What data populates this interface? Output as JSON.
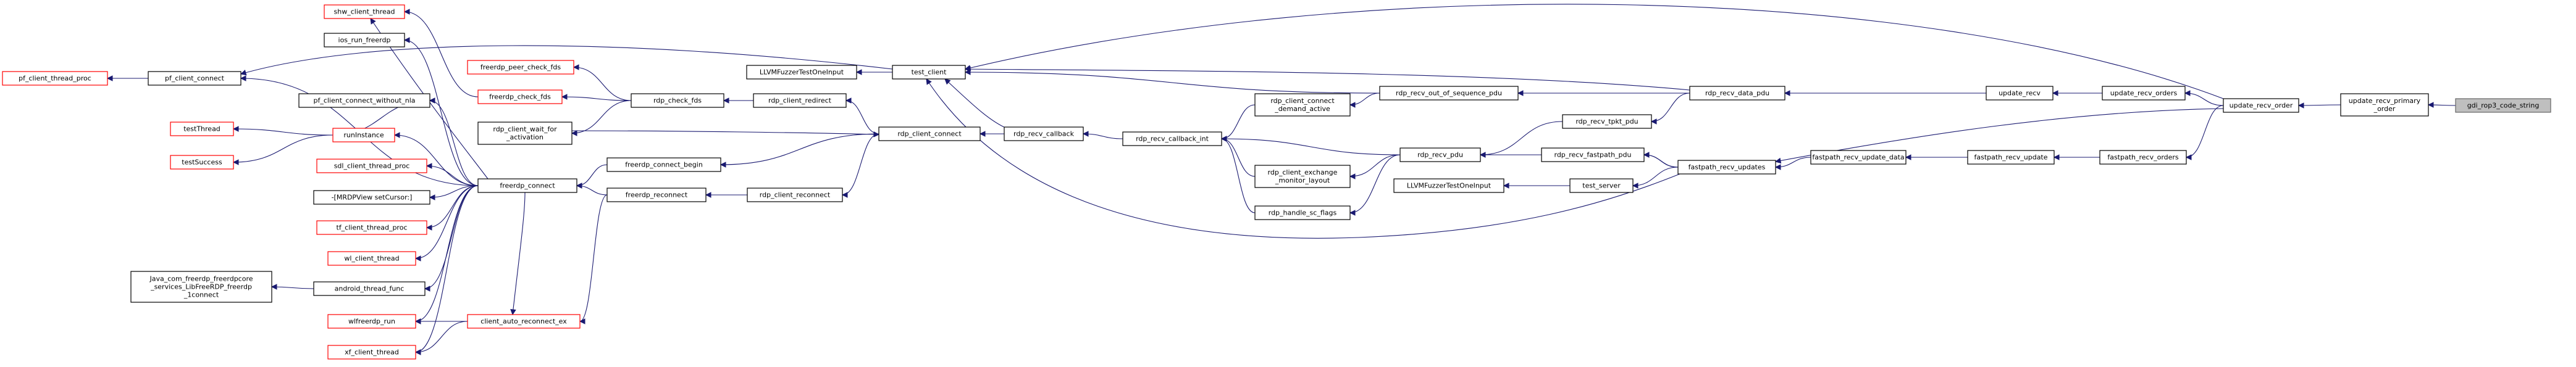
{
  "diagram": {
    "type": "call-graph",
    "colors": {
      "edge": "#191970",
      "node_fill": "#ffffff",
      "node_border": "#000000",
      "node_border_truncated": "#ff0000",
      "focus_fill": "#bfbfbf",
      "focus_border": "#666666"
    },
    "nodes": [
      {
        "id": "gdi",
        "lines": [
          "gdi_rop3_code_string"
        ],
        "style": "focus"
      },
      {
        "id": "urpo",
        "lines": [
          "update_recv_primary",
          "_order"
        ],
        "style": "normal"
      },
      {
        "id": "uro",
        "lines": [
          "update_recv_order"
        ],
        "style": "normal"
      },
      {
        "id": "uros",
        "lines": [
          "update_recv_orders"
        ],
        "style": "normal"
      },
      {
        "id": "fpro",
        "lines": [
          "fastpath_recv_orders"
        ],
        "style": "normal"
      },
      {
        "id": "ur",
        "lines": [
          "update_recv"
        ],
        "style": "normal"
      },
      {
        "id": "fpru",
        "lines": [
          "fastpath_recv_update"
        ],
        "style": "normal"
      },
      {
        "id": "rrdp",
        "lines": [
          "rdp_recv_data_pdu"
        ],
        "style": "normal"
      },
      {
        "id": "fprud",
        "lines": [
          "fastpath_recv_update_data"
        ],
        "style": "normal"
      },
      {
        "id": "rroos",
        "lines": [
          "rdp_recv_out_of_sequence_pdu"
        ],
        "style": "normal"
      },
      {
        "id": "rrtp",
        "lines": [
          "rdp_recv_tpkt_pdu"
        ],
        "style": "normal"
      },
      {
        "id": "fprus",
        "lines": [
          "fastpath_recv_updates"
        ],
        "style": "normal"
      },
      {
        "id": "tc",
        "lines": [
          "test_client"
        ],
        "style": "normal"
      },
      {
        "id": "rrp",
        "lines": [
          "rdp_recv_pdu"
        ],
        "style": "normal"
      },
      {
        "id": "rrfp",
        "lines": [
          "rdp_recv_fastpath_pdu"
        ],
        "style": "normal"
      },
      {
        "id": "ts",
        "lines": [
          "test_server"
        ],
        "style": "normal"
      },
      {
        "id": "llvm1",
        "lines": [
          "LLVMFuzzerTestOneInput"
        ],
        "style": "normal"
      },
      {
        "id": "rcda",
        "lines": [
          "rdp_client_connect",
          "_demand_active"
        ],
        "style": "normal"
      },
      {
        "id": "rrci",
        "lines": [
          "rdp_recv_callback_int"
        ],
        "style": "normal"
      },
      {
        "id": "rcem",
        "lines": [
          "rdp_client_exchange",
          "_monitor_layout"
        ],
        "style": "normal"
      },
      {
        "id": "rhsf",
        "lines": [
          "rdp_handle_sc_flags"
        ],
        "style": "normal"
      },
      {
        "id": "llvm2",
        "lines": [
          "LLVMFuzzerTestOneInput"
        ],
        "style": "normal"
      },
      {
        "id": "rrc",
        "lines": [
          "rdp_recv_callback"
        ],
        "style": "normal"
      },
      {
        "id": "rcc",
        "lines": [
          "rdp_client_connect"
        ],
        "style": "normal"
      },
      {
        "id": "rcr",
        "lines": [
          "rdp_client_redirect"
        ],
        "style": "normal"
      },
      {
        "id": "rcrec",
        "lines": [
          "rdp_client_reconnect"
        ],
        "style": "normal"
      },
      {
        "id": "rcf",
        "lines": [
          "rdp_check_fds"
        ],
        "style": "normal"
      },
      {
        "id": "fcb",
        "lines": [
          "freerdp_connect_begin"
        ],
        "style": "normal"
      },
      {
        "id": "frec",
        "lines": [
          "freerdp_reconnect"
        ],
        "style": "normal"
      },
      {
        "id": "fpcf",
        "lines": [
          "freerdp_peer_check_fds"
        ],
        "style": "truncated"
      },
      {
        "id": "fcf",
        "lines": [
          "freerdp_check_fds"
        ],
        "style": "truncated"
      },
      {
        "id": "rcwa",
        "lines": [
          "rdp_client_wait_for",
          "_activation"
        ],
        "style": "normal"
      },
      {
        "id": "fc",
        "lines": [
          "freerdp_connect"
        ],
        "style": "normal"
      },
      {
        "id": "care",
        "lines": [
          "client_auto_reconnect_ex"
        ],
        "style": "truncated"
      },
      {
        "id": "shw",
        "lines": [
          "shw_client_thread"
        ],
        "style": "truncated"
      },
      {
        "id": "ios",
        "lines": [
          "ios_run_freerdp"
        ],
        "style": "normal"
      },
      {
        "id": "pfc",
        "lines": [
          "pf_client_connect"
        ],
        "style": "normal"
      },
      {
        "id": "pfcn",
        "lines": [
          "pf_client_connect_without_nla"
        ],
        "style": "normal"
      },
      {
        "id": "ri",
        "lines": [
          "runInstance"
        ],
        "style": "truncated"
      },
      {
        "id": "sdl",
        "lines": [
          "sdl_client_thread_proc"
        ],
        "style": "truncated"
      },
      {
        "id": "mrdp",
        "lines": [
          "-[MRDPView setCursor:]"
        ],
        "style": "normal"
      },
      {
        "id": "tf",
        "lines": [
          "tf_client_thread_proc"
        ],
        "style": "truncated"
      },
      {
        "id": "wl",
        "lines": [
          "wl_client_thread"
        ],
        "style": "truncated"
      },
      {
        "id": "atf",
        "lines": [
          "android_thread_func"
        ],
        "style": "normal"
      },
      {
        "id": "wlf",
        "lines": [
          "wlfreerdp_run"
        ],
        "style": "truncated"
      },
      {
        "id": "xf",
        "lines": [
          "xf_client_thread"
        ],
        "style": "truncated"
      },
      {
        "id": "pfctp",
        "lines": [
          "pf_client_thread_proc"
        ],
        "style": "truncated"
      },
      {
        "id": "tt",
        "lines": [
          "testThread"
        ],
        "style": "truncated"
      },
      {
        "id": "tsu",
        "lines": [
          "testSuccess"
        ],
        "style": "truncated"
      },
      {
        "id": "java",
        "lines": [
          "Java_com_freerdp_freerdpcore",
          "_services_LibFreeRDP_freerdp",
          "_1connect"
        ],
        "style": "normal"
      }
    ],
    "edges": [
      [
        "urpo",
        "gdi"
      ],
      [
        "uro",
        "urpo"
      ],
      [
        "uros",
        "uro"
      ],
      [
        "fpro",
        "uro"
      ],
      [
        "ur",
        "uros"
      ],
      [
        "fpru",
        "fpro"
      ],
      [
        "rrdp",
        "ur"
      ],
      [
        "fprud",
        "fpru"
      ],
      [
        "rroos",
        "rrdp"
      ],
      [
        "rrtp",
        "rrdp"
      ],
      [
        "fprus",
        "fprud"
      ],
      [
        "tc",
        "rroos"
      ],
      [
        "rrp",
        "rrtp"
      ],
      [
        "rrfp",
        "fprus"
      ],
      [
        "ts",
        "fprus"
      ],
      [
        "llvm1",
        "tc"
      ],
      [
        "rcda",
        "rroos"
      ],
      [
        "rrci",
        "rrp"
      ],
      [
        "rcem",
        "rrp"
      ],
      [
        "rhsf",
        "rrp"
      ],
      [
        "rrp",
        "rrfp"
      ],
      [
        "llvm2",
        "ts"
      ],
      [
        "rrci",
        "rcda"
      ],
      [
        "rrci",
        "rcem"
      ],
      [
        "rrci",
        "rhsf"
      ],
      [
        "rrc",
        "rrci"
      ],
      [
        "rcc",
        "rrc"
      ],
      [
        "tc",
        "rrc"
      ],
      [
        "rcr",
        "rcc"
      ],
      [
        "rcrec",
        "rcc"
      ],
      [
        "rcf",
        "rcr"
      ],
      [
        "fcb",
        "rcc"
      ],
      [
        "frec",
        "rcrec"
      ],
      [
        "fpcf",
        "rcf"
      ],
      [
        "fcf",
        "rcf"
      ],
      [
        "rcwa",
        "rcf"
      ],
      [
        "fc",
        "fcb"
      ],
      [
        "fc",
        "frec"
      ],
      [
        "care",
        "frec"
      ],
      [
        "shw",
        "fcf"
      ],
      [
        "pfc",
        "tc"
      ],
      [
        "ri",
        "fc"
      ],
      [
        "shw",
        "fc"
      ],
      [
        "ios",
        "fc"
      ],
      [
        "pfc",
        "fc"
      ],
      [
        "pfcn",
        "fc"
      ],
      [
        "sdl",
        "fc"
      ],
      [
        "mrdp",
        "fc"
      ],
      [
        "tf",
        "fc"
      ],
      [
        "wl",
        "fc"
      ],
      [
        "atf",
        "fc"
      ],
      [
        "wlf",
        "fc"
      ],
      [
        "xf",
        "fc"
      ],
      [
        "care",
        "fc"
      ],
      [
        "pfctp",
        "pfc"
      ],
      [
        "pfcn",
        "ri"
      ],
      [
        "tt",
        "ri"
      ],
      [
        "tsu",
        "ri"
      ],
      [
        "java",
        "atf"
      ],
      [
        "wlf",
        "care"
      ],
      [
        "xf",
        "care"
      ],
      [
        "rcc",
        "rcwa"
      ],
      [
        "tc",
        "rrdp"
      ],
      [
        "tc",
        "uro"
      ],
      [
        "fprus",
        "uro"
      ],
      [
        "tc",
        "fprus"
      ],
      [
        "rrfp",
        "fprus"
      ]
    ]
  }
}
